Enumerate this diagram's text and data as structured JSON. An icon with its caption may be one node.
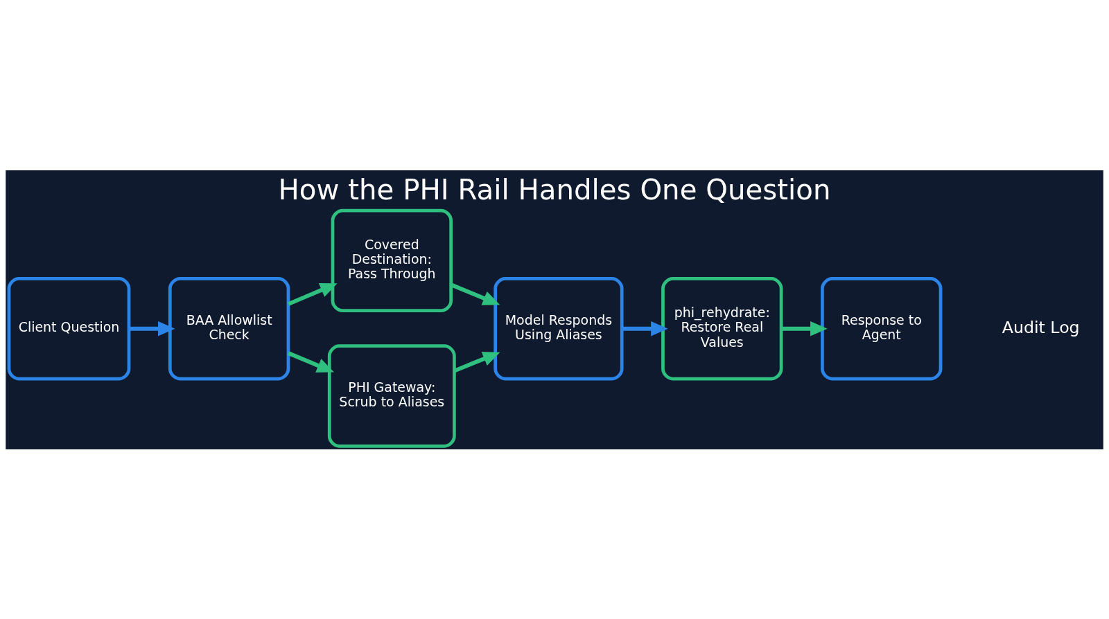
{
  "diagram": {
    "title": "How the PHI Rail Handles One Question",
    "nodes": [
      {
        "text": [
          "Client Question"
        ]
      },
      {
        "text": [
          "BAA Allowlist Check"
        ]
      },
      {
        "text": [
          "Covered Destination: Pass Through"
        ]
      },
      {
        "text": [
          "PHI Gateway: Scrub to Aliases"
        ]
      },
      {
        "text": [
          "Model Responds Using Aliases"
        ]
      },
      {
        "text": [
          "phi_rehydrate: Restore Real Values"
        ]
      },
      {
        "text": [
          "Response to Agent"
        ]
      }
    ],
    "edges": [
      {
        "from": 0,
        "to": 1,
        "arrow": "to",
        "color": "#2b84e6"
      },
      {
        "from": 1,
        "to": 2,
        "arrow": "to"
      },
      {
        "from": 1,
        "to": 3,
        "arrow": "to"
      },
      {
        "from": 2,
        "to": 4,
        "arrow": "to"
      },
      {
        "from": 3,
        "to": 4,
        "arrow": "to"
      },
      {
        "from": 4,
        "to": 5,
        "arrow": "to",
        "color": "#2b84e6"
      },
      {
        "from": 5,
        "to": 6,
        "arrow": "to"
      }
    ],
    "labels": [
      "Audit Log"
    ]
  }
}
